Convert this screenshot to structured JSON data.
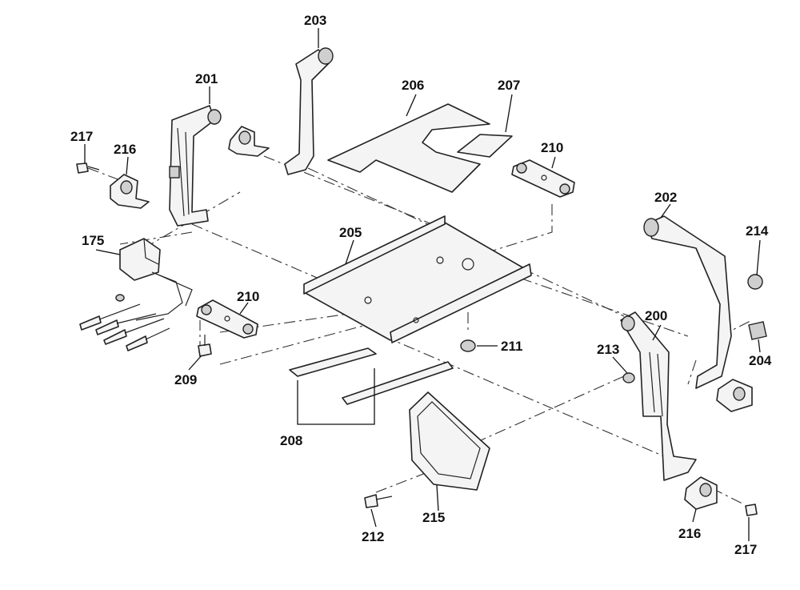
{
  "labels": {
    "p175": "175",
    "p200": "200",
    "p201": "201",
    "p202": "202",
    "p203": "203",
    "p204": "204",
    "p205": "205",
    "p206": "206",
    "p207": "207",
    "p208": "208",
    "p209": "209",
    "p210a": "210",
    "p210b": "210",
    "p211": "211",
    "p212": "212",
    "p213": "213",
    "p214": "214",
    "p215": "215",
    "p216a": "216",
    "p216b": "216",
    "p217a": "217",
    "p217b": "217"
  }
}
